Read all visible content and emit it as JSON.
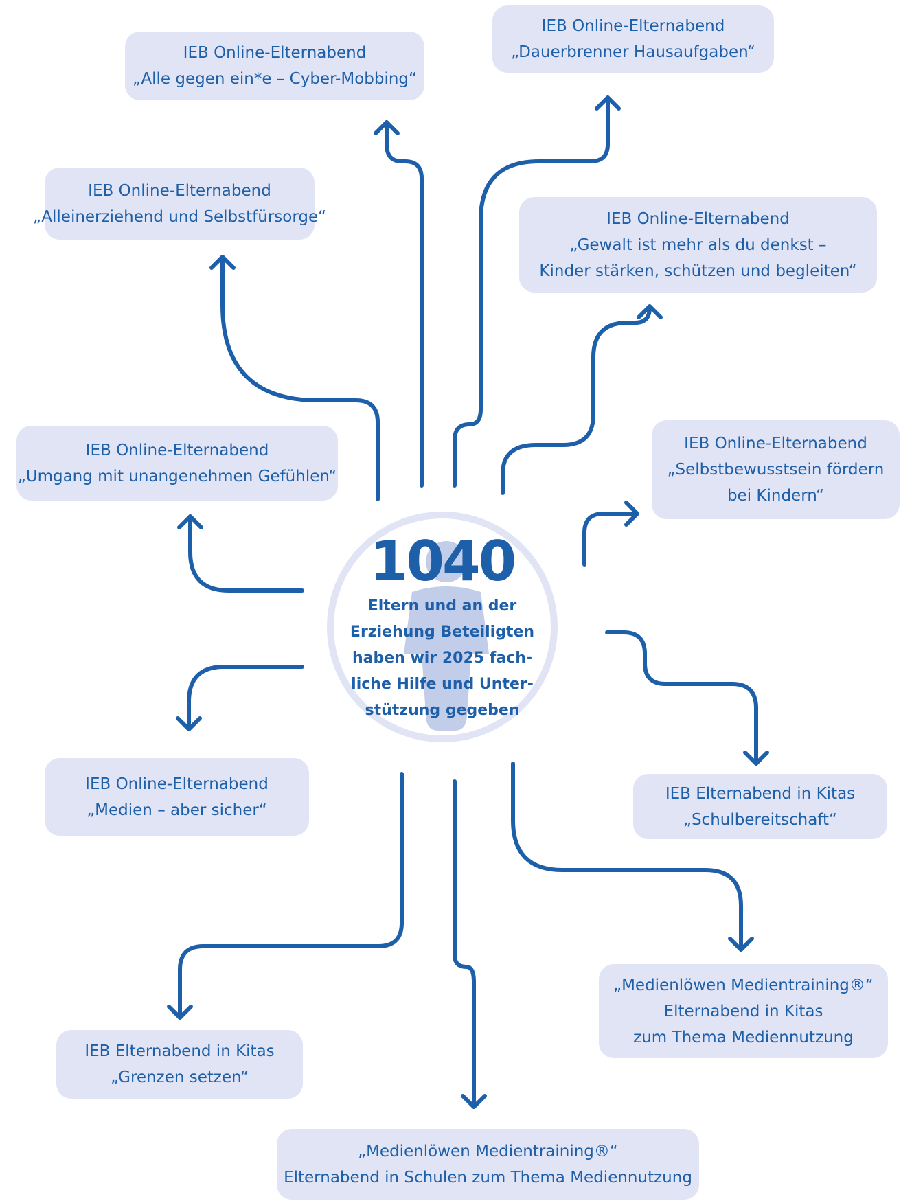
{
  "colors": {
    "arrow": "#1d5fa8",
    "box_fill": "#e1e4f5",
    "text": "#1d5fa8"
  },
  "center": {
    "number": "1040",
    "lines": [
      "Eltern und an der",
      "Erziehung Beteiligten",
      "haben wir 2025 fach-",
      "liche Hilfe und Unter-",
      "stützung gegeben"
    ]
  },
  "boxes": [
    {
      "lines": [
        "IEB Online-Elternabend",
        "„Alle gegen ein*e – Cyber-Mobbing“"
      ]
    },
    {
      "lines": [
        "IEB Online-Elternabend",
        "„Dauerbrenner Hausaufgaben“"
      ]
    },
    {
      "lines": [
        "IEB Online-Elternabend",
        "„Alleinerziehend und Selbstfürsorge“"
      ]
    },
    {
      "lines": [
        "IEB Online-Elternabend",
        "„Gewalt ist mehr als du denkst –",
        "Kinder stärken, schützen und begleiten“"
      ]
    },
    {
      "lines": [
        "IEB Online-Elternabend",
        "„Umgang mit unangenehmen Gefühlen“"
      ]
    },
    {
      "lines": [
        "IEB Online-Elternabend",
        "„Selbstbewusstsein fördern",
        "bei Kindern“"
      ]
    },
    {
      "lines": [
        "IEB Online-Elternabend",
        "„Medien – aber sicher“"
      ]
    },
    {
      "lines": [
        "IEB Elternabend in Kitas",
        "„Schulbereitschaft“"
      ]
    },
    {
      "lines": [
        "„Medienlöwen Medientraining®“",
        "Elternabend in Kitas",
        "zum Thema Mediennutzung"
      ]
    },
    {
      "lines": [
        "IEB Elternabend in Kitas",
        "„Grenzen setzen“"
      ]
    },
    {
      "lines": [
        "„Medienlöwen Medientraining®“",
        "Elternabend in Schulen zum Thema Mediennutzung"
      ]
    }
  ]
}
